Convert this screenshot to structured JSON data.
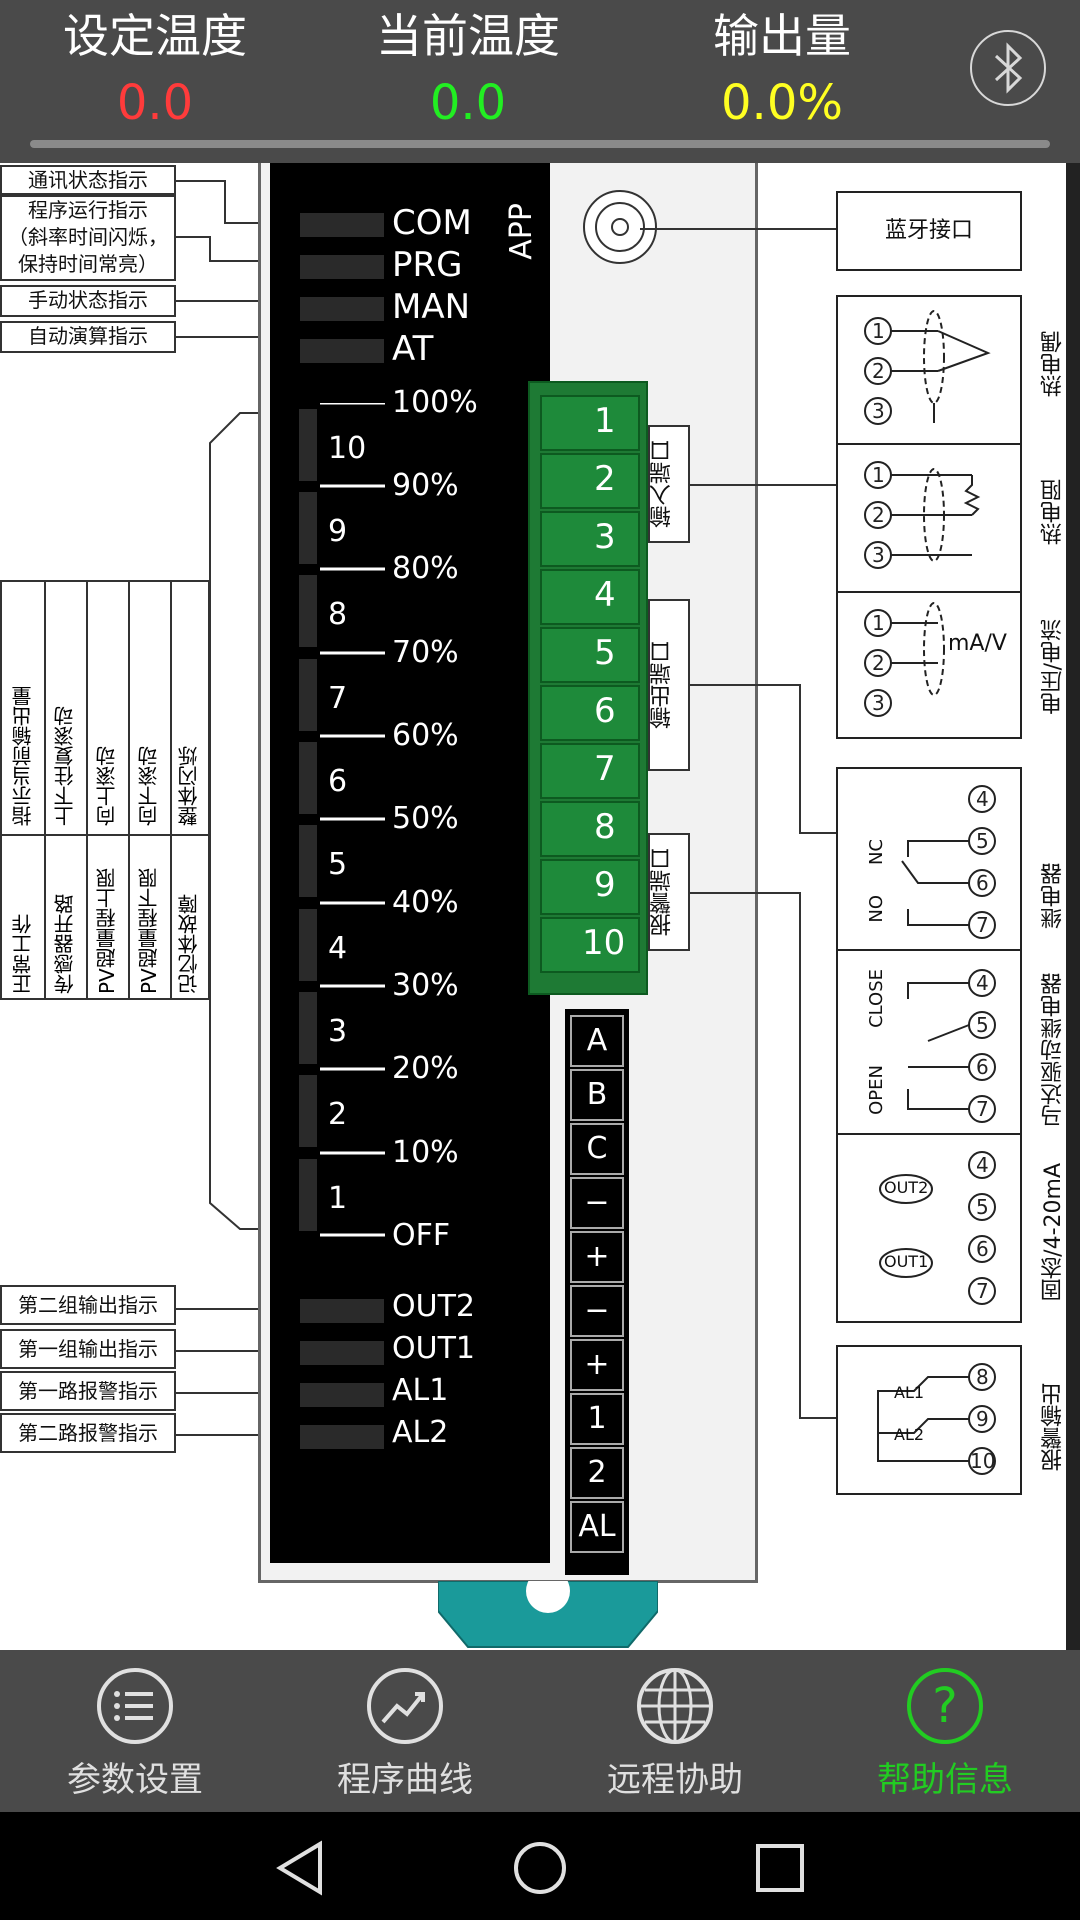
{
  "header": {
    "set_temp_label": "设定温度",
    "set_temp_value": "0.0",
    "current_temp_label": "当前温度",
    "current_temp_value": "0.0",
    "output_label": "输出量",
    "output_value": "0.0%",
    "bluetooth_icon": "bluetooth-icon",
    "colors": {
      "set": "#ff3b3b",
      "current": "#22ee22",
      "output": "#ffff22"
    }
  },
  "diagram": {
    "left_labels": [
      "通讯状态指示",
      "程序运行指示",
      "（斜率时间闪烁，",
      "保持时间常亮）",
      "手动状态指示",
      "自动演算指示"
    ],
    "led_labels": [
      "COM",
      "PRG",
      "MAN",
      "AT"
    ],
    "app_label": "APP",
    "bar_numbers": [
      "10",
      "9",
      "8",
      "7",
      "6",
      "5",
      "4",
      "3",
      "2",
      "1"
    ],
    "percents": [
      "100%",
      "90%",
      "80%",
      "70%",
      "60%",
      "50%",
      "40%",
      "30%",
      "20%",
      "10%",
      "OFF"
    ],
    "vertical_col1": [
      "指示当前输出量",
      "上下往复滚动",
      "向上滚动",
      "向下滚动",
      "整体闪烁"
    ],
    "vertical_col2": [
      "正常工作",
      "传感器开路",
      "PV超量程上限",
      "PV超量程下限",
      "记忆体故障"
    ],
    "bottom_left_labels": [
      "第二组输出指示",
      "第一组输出指示",
      "第一路报警指示",
      "第二路报警指示"
    ],
    "out_labels": [
      "OUT2",
      "OUT1",
      "AL1",
      "AL2"
    ],
    "terminals": [
      "1",
      "2",
      "3",
      "4",
      "5",
      "6",
      "7",
      "8",
      "9",
      "10"
    ],
    "port_labels": [
      "输入端口",
      "输出端口",
      "报警端口"
    ],
    "lower_terminals": [
      "A",
      "B",
      "C",
      "−",
      "+",
      "−",
      "+",
      "1",
      "2",
      "AL"
    ],
    "right_boxes": {
      "bluetooth": "蓝牙接口",
      "side": [
        "热电偶",
        "热电阻",
        "电压/电流",
        "继电器",
        "马达驱动继电器",
        "固态/4-20mA",
        "报警输出"
      ],
      "mav": "mA/V",
      "nc": "NC",
      "no": "NO",
      "close": "CLOSE",
      "open": "OPEN",
      "out1": "OUT1",
      "out2": "OUT2",
      "al1": "AL1",
      "al2": "AL2"
    }
  },
  "bottom_nav": [
    {
      "label": "参数设置",
      "icon": "list-icon",
      "active": false
    },
    {
      "label": "程序曲线",
      "icon": "chart-icon",
      "active": false
    },
    {
      "label": "远程协助",
      "icon": "globe-icon",
      "active": false
    },
    {
      "label": "帮助信息",
      "icon": "help-icon",
      "active": true
    }
  ],
  "active_color": "#22cc22"
}
